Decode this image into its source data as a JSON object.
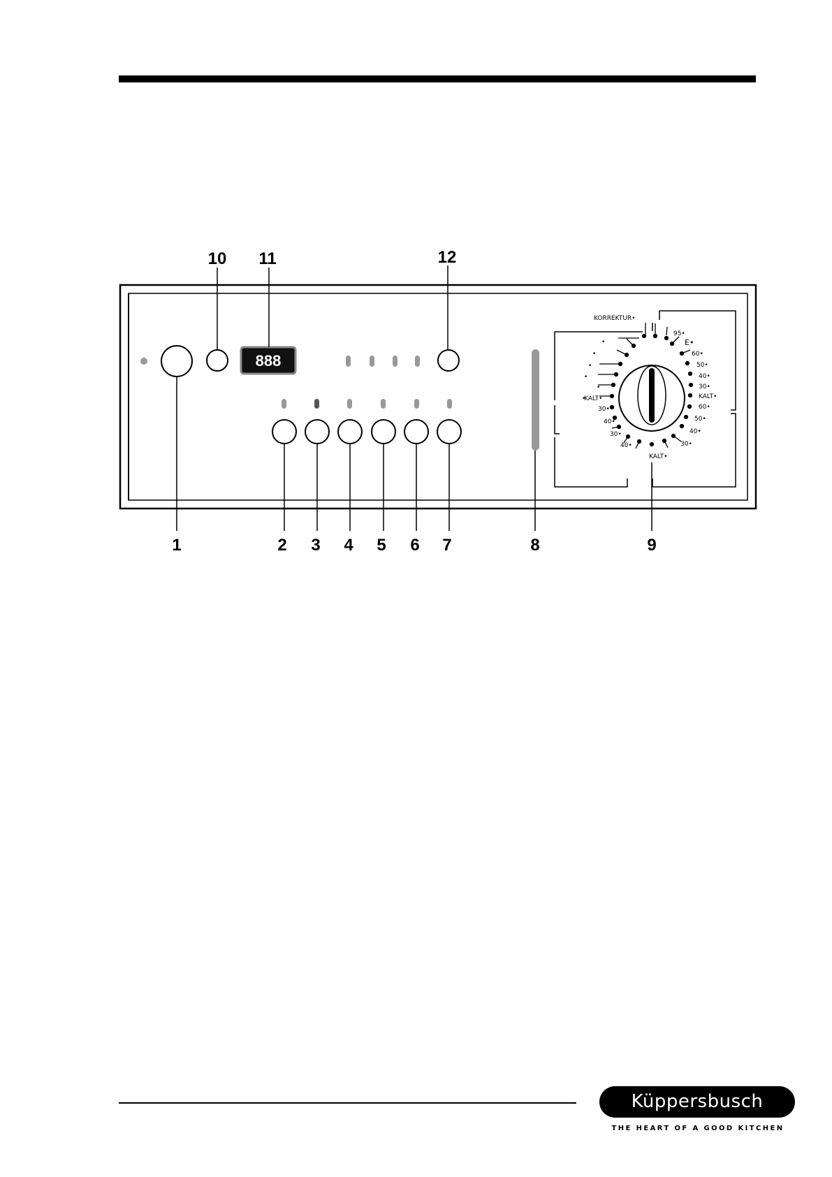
{
  "display": {
    "digits": "888"
  },
  "callouts": [
    "1",
    "2",
    "3",
    "4",
    "5",
    "6",
    "7",
    "8",
    "9",
    "10",
    "11",
    "12"
  ],
  "dial": {
    "korrektur_label": "KORREKTUR•",
    "right_labels": [
      "95•",
      "E•",
      "60•",
      "50•",
      "40•",
      "30•",
      "KALT•",
      "60•",
      "50•",
      "40•",
      "30•"
    ],
    "left_labels": [
      "KALT•",
      "30•",
      "40•",
      "30•",
      "40•"
    ],
    "bottom_label": "KALT•",
    "dot_labels": [
      "•",
      "•",
      "•",
      "•",
      "•",
      "•"
    ]
  },
  "brand": {
    "name": "Küppersbusch",
    "tagline": "THE HEART OF A GOOD KITCHEN"
  }
}
